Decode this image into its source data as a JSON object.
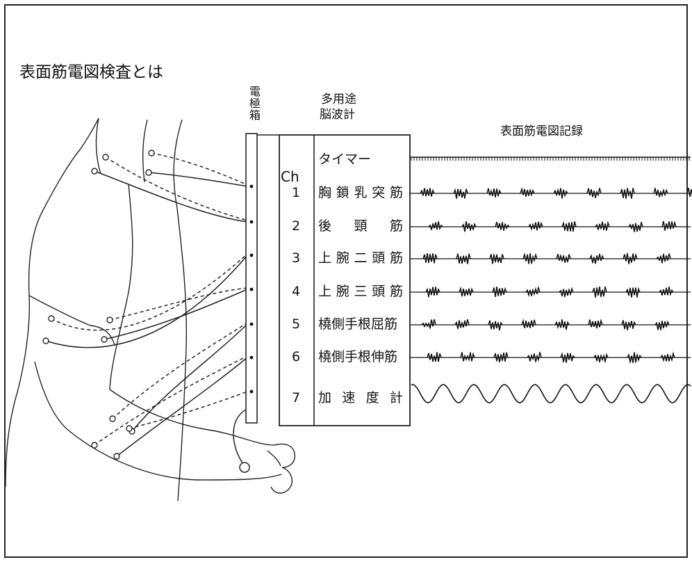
{
  "title": "表面筋電図検査とは",
  "electrode_box_label": "電\n極\n箱",
  "eeg_label_line1": "多用途",
  "eeg_label_line2": "脳波計",
  "recording_title": "表面筋電図記録",
  "timer_label": "タイマー",
  "channel_header": "Ch",
  "channels": [
    {
      "number": "1",
      "muscle": "胸鎖乳突筋",
      "signal": "emg"
    },
    {
      "number": "2",
      "muscle": "後　頸　筋",
      "signal": "emg"
    },
    {
      "number": "3",
      "muscle": "上腕二頭筋",
      "signal": "emg"
    },
    {
      "number": "4",
      "muscle": "上腕三頭筋",
      "signal": "emg"
    },
    {
      "number": "5",
      "muscle": "橈側手根屈筋",
      "signal": "emg"
    },
    {
      "number": "6",
      "muscle": "橈側手根伸筋",
      "signal": "emg"
    },
    {
      "number": "7",
      "muscle": "加速度計",
      "signal": "wave"
    }
  ]
}
